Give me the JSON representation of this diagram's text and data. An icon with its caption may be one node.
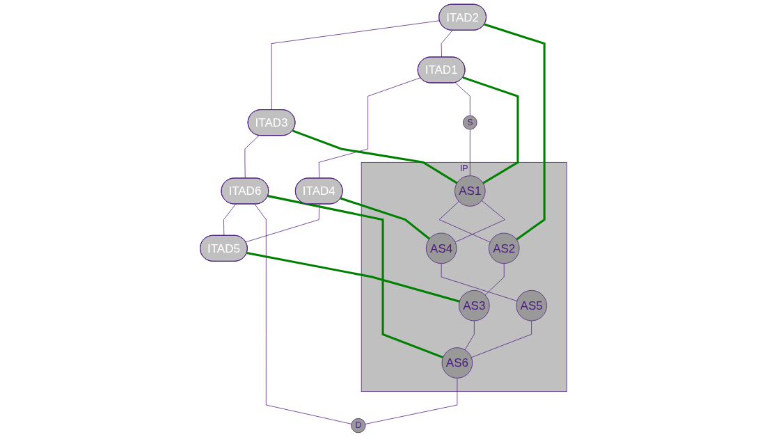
{
  "diagram": {
    "nodes": [
      {
        "text": [
          "ITAD1"
        ]
      },
      {
        "text": [
          "ITAD2"
        ]
      },
      {
        "text": [
          "ITAD3"
        ]
      },
      {
        "text": [
          "ITAD4"
        ]
      },
      {
        "text": [
          "ITAD5"
        ]
      },
      {
        "text": [
          "ITAD6"
        ]
      },
      {
        "text": [
          "S"
        ]
      },
      {
        "text": [
          "D"
        ]
      },
      {
        "text": [
          "IP"
        ]
      },
      {
        "text": [
          "AS1"
        ],
        "in": 8
      },
      {
        "text": [
          "AS2"
        ],
        "in": 8
      },
      {
        "text": [
          "AS3"
        ],
        "in": 8
      },
      {
        "text": [
          "AS4"
        ],
        "in": 8
      },
      {
        "text": [
          "AS5"
        ],
        "in": 8
      },
      {
        "text": [
          "AS6"
        ],
        "in": 8
      }
    ],
    "edges": [
      {
        "from": 1,
        "to": 2,
        "arrow": "none"
      },
      {
        "from": 2,
        "to": 5,
        "arrow": "none"
      },
      {
        "from": 1,
        "to": 0,
        "arrow": "none"
      },
      {
        "from": 0,
        "to": 3,
        "arrow": "none"
      },
      {
        "from": 3,
        "to": 4,
        "arrow": "none"
      },
      {
        "from": 5,
        "to": 4,
        "arrow": "none"
      },
      {
        "from": 5,
        "to": 7,
        "arrow": "none"
      },
      {
        "from": 0,
        "to": 6,
        "arrow": "none"
      },
      {
        "from": 6,
        "to": 9,
        "arrow": "none"
      },
      {
        "from": 9,
        "to": 10,
        "arrow": "none"
      },
      {
        "from": 10,
        "to": 11,
        "arrow": "none"
      },
      {
        "from": 11,
        "to": 14,
        "arrow": "none"
      },
      {
        "from": 9,
        "to": 12,
        "arrow": "none"
      },
      {
        "from": 12,
        "to": 13,
        "arrow": "none"
      },
      {
        "from": 13,
        "to": 14,
        "arrow": "none"
      },
      {
        "from": 14,
        "to": 7,
        "arrow": "none"
      },
      {
        "from": 0,
        "to": 9,
        "arrow": "none",
        "style": "thick",
        "color": "#008000"
      },
      {
        "from": 1,
        "to": 10,
        "arrow": "none",
        "style": "thick",
        "color": "#008000"
      },
      {
        "from": 2,
        "to": 9,
        "arrow": "none",
        "style": "thick",
        "color": "#008000"
      },
      {
        "from": 3,
        "to": 12,
        "arrow": "none",
        "style": "thick",
        "color": "#008000"
      },
      {
        "from": 4,
        "to": 11,
        "arrow": "none",
        "style": "thick",
        "color": "#008000"
      },
      {
        "from": 5,
        "to": 14,
        "arrow": "none",
        "style": "thick",
        "color": "#008000"
      }
    ]
  }
}
